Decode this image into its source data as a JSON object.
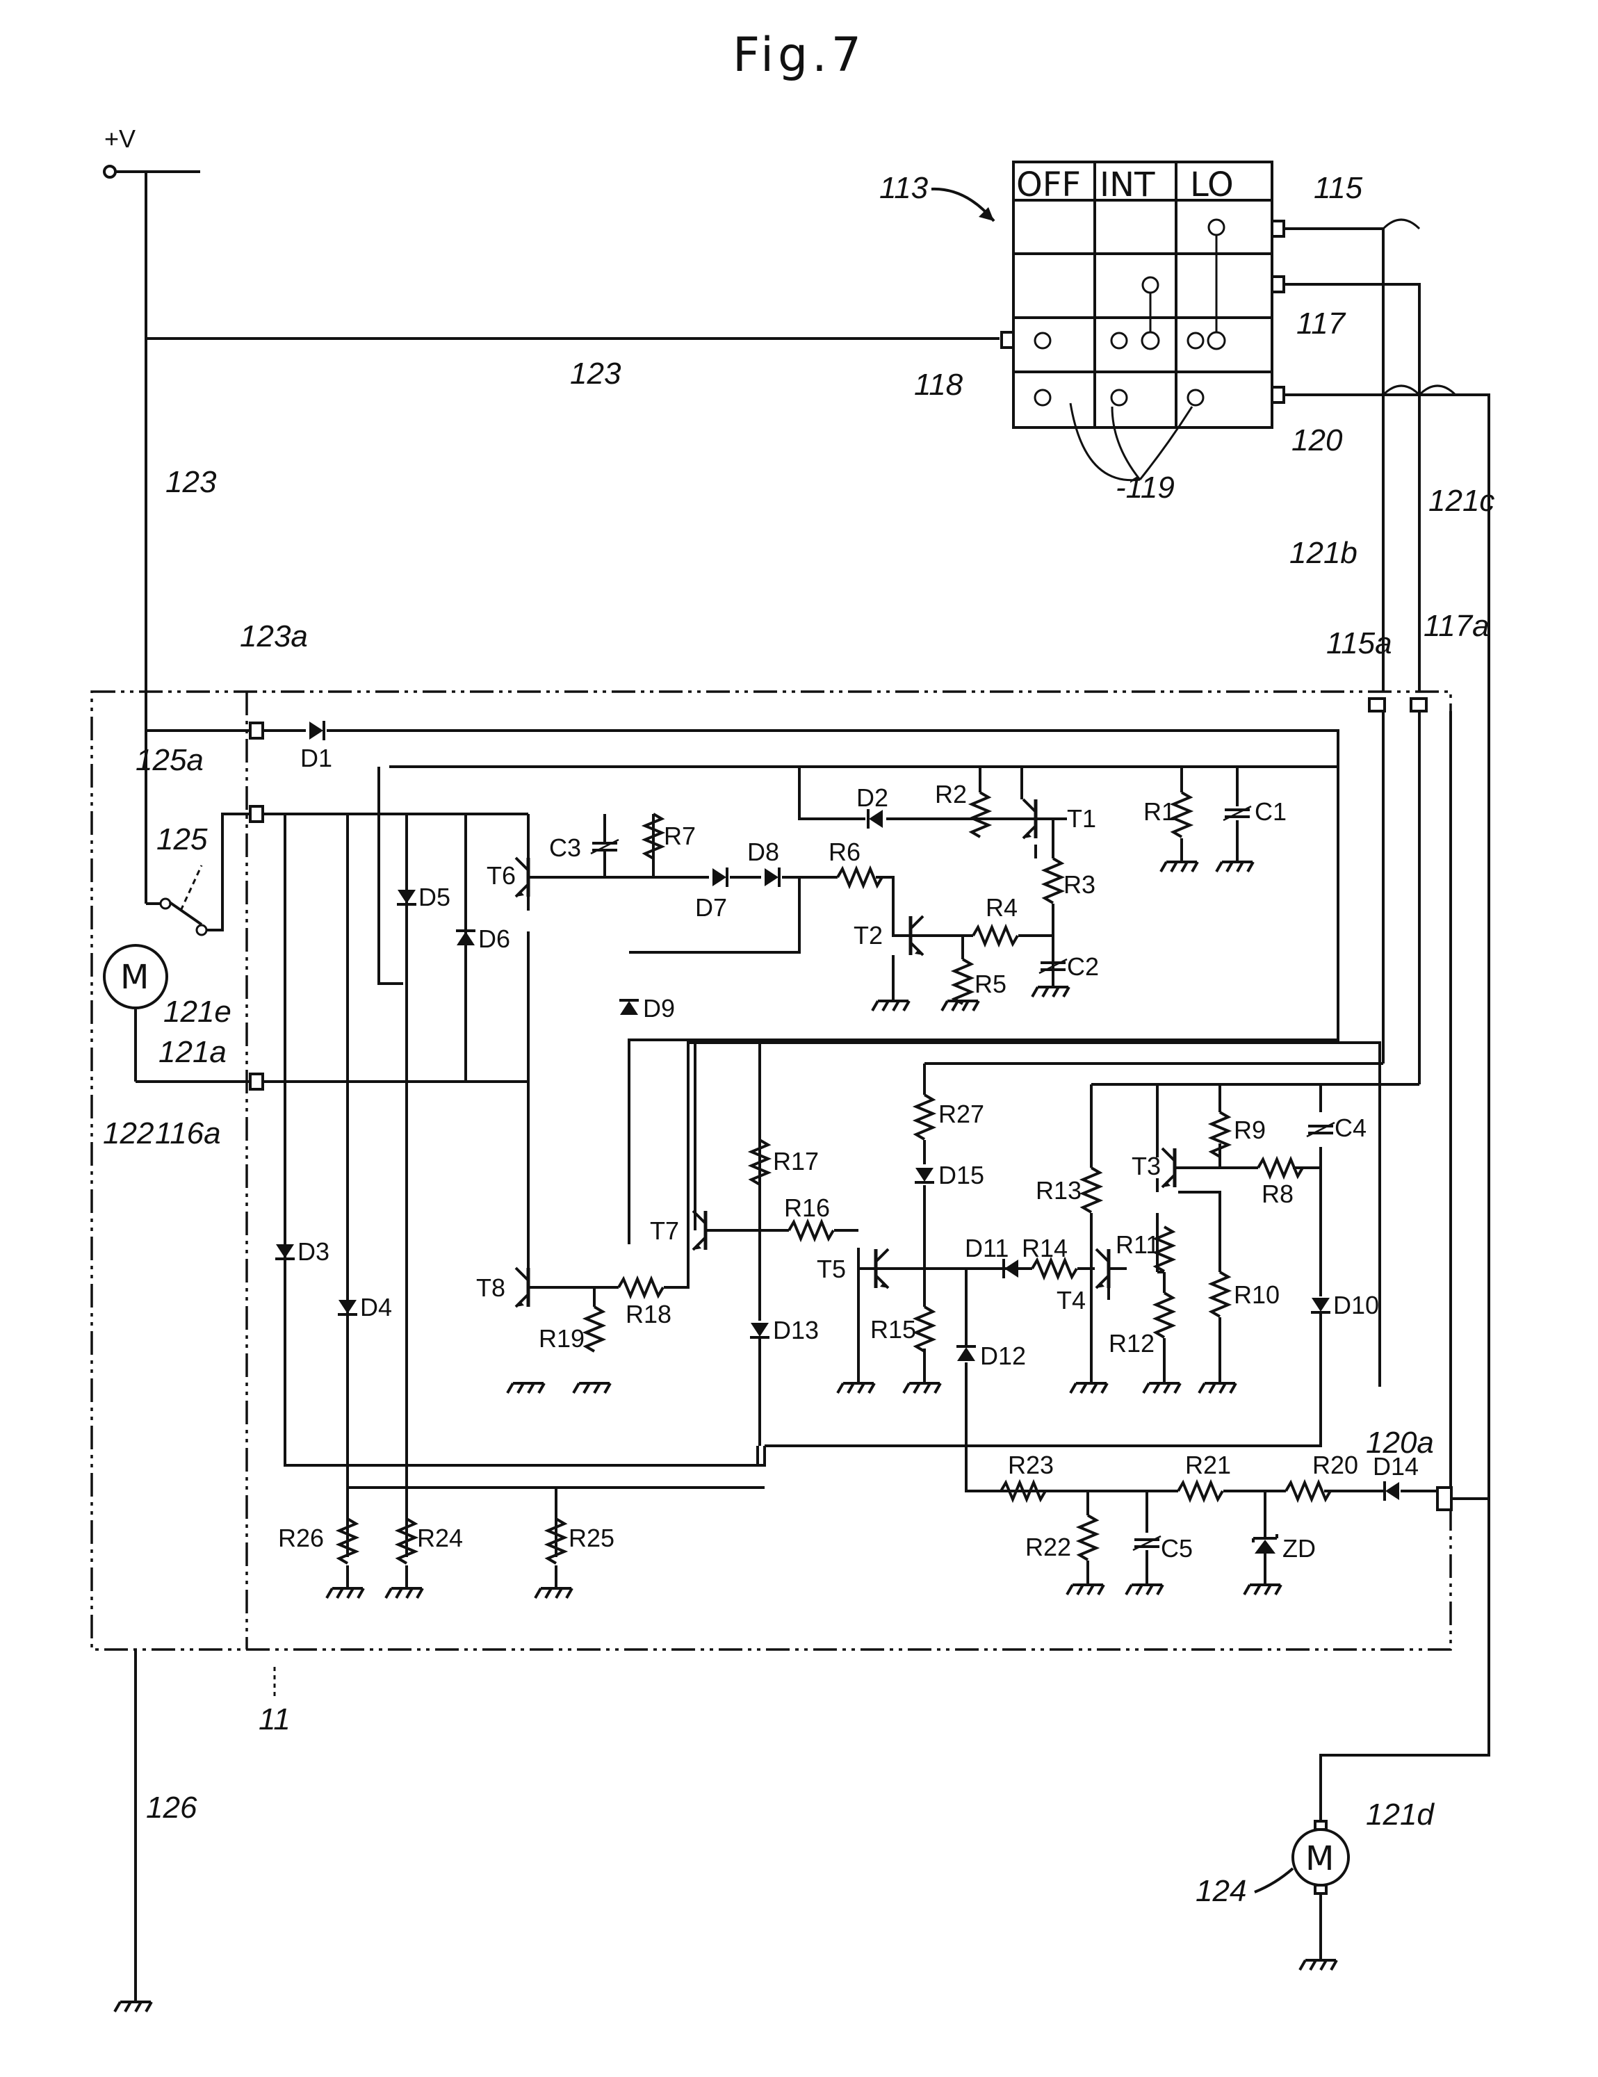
{
  "figure_title": "Fig.7",
  "supply_label": "+V",
  "switch_positions": [
    "OFF",
    "INT",
    "LO"
  ],
  "reference_numerals": {
    "control_unit": "11",
    "switch_unit": "113",
    "terminal_115": "115",
    "terminal_117": "117",
    "terminal_118": "118",
    "contacts_119": "-119",
    "terminal_120": "120",
    "line_123_top": "123",
    "line_123_left": "123",
    "wire_121b": "121b",
    "wire_121c": "121c",
    "wire_121d": "121d",
    "wire_121a": "121a",
    "wire_121e": "121e",
    "terminal_115a": "115a",
    "terminal_117a": "117a",
    "terminal_120a": "120a",
    "terminal_123a": "123a",
    "terminal_125a": "125a",
    "terminal_116a": "116a",
    "switch_125": "125",
    "motor_122": "122",
    "motor_124": "124",
    "ground_126": "126"
  },
  "motor_symbol": "M",
  "components": {
    "diodes": [
      "D1",
      "D2",
      "D3",
      "D4",
      "D5",
      "D6",
      "D7",
      "D8",
      "D9",
      "D10",
      "D11",
      "D12",
      "D13",
      "D14",
      "D15",
      "ZD"
    ],
    "resistors": [
      "R1",
      "R2",
      "R3",
      "R4",
      "R5",
      "R6",
      "R7",
      "R8",
      "R9",
      "R10",
      "R11",
      "R12",
      "R13",
      "R14",
      "R15",
      "R16",
      "R17",
      "R18",
      "R19",
      "R20",
      "R21",
      "R22",
      "R23",
      "R24",
      "R25",
      "R26",
      "R27"
    ],
    "capacitors": [
      "C1",
      "C2",
      "C3",
      "C4",
      "C5"
    ],
    "transistors": [
      "T1",
      "T2",
      "T3",
      "T4",
      "T5",
      "T6",
      "T7",
      "T8"
    ]
  }
}
